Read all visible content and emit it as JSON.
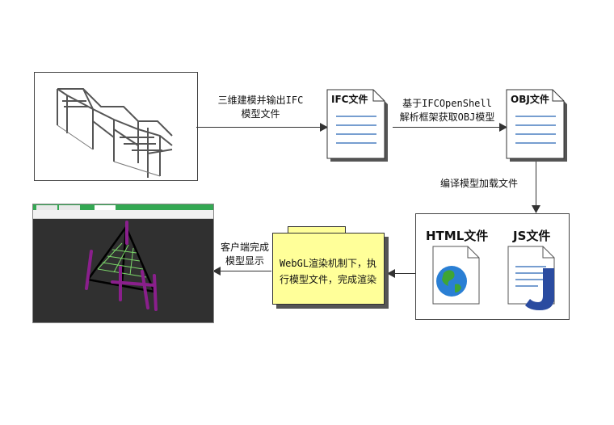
{
  "steps": {
    "step1": "三维建模并输出IFC\n模型文件",
    "step2": "基于IFCOpenShell\n解析框架获取OBJ模型",
    "step3": "编译模型加载文件",
    "step4": "客户端完成\n模型显示"
  },
  "files": {
    "ifc": "IFC文件",
    "obj": "OBJ文件",
    "html": "HTML文件",
    "js": "JS文件"
  },
  "webgl_note": "WebGL渲染机制下，执\n行模型文件，完成渲染",
  "icons": {
    "html": "globe-document-icon",
    "js": "js-document-icon",
    "doc": "document-icon"
  },
  "colors": {
    "note_fill": "#ffff99",
    "doc_lines": "#4a7fc1",
    "browser_tabs": "#34a853",
    "model_purple": "#8a1f8c",
    "model_green": "#7cd76a"
  }
}
